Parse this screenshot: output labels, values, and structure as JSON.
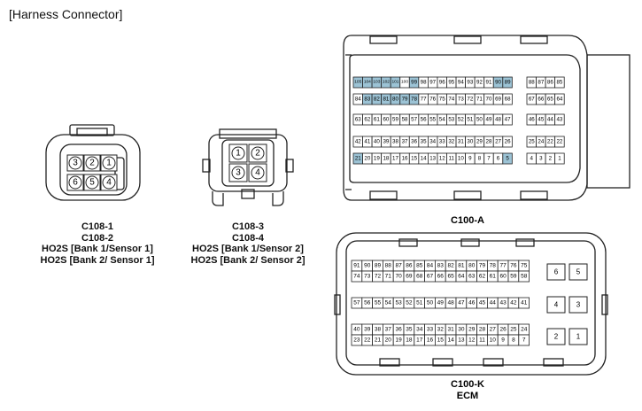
{
  "title": "[Harness Connector]",
  "c108_left": {
    "pins_top": [
      "3",
      "2",
      "1"
    ],
    "pins_bottom": [
      "6",
      "5",
      "4"
    ],
    "labels": [
      "C108-1",
      "C108-2",
      "HO2S [Bank 1/Sensor 1]",
      "HO2S [Bank 2/ Sensor 1]"
    ]
  },
  "c108_right": {
    "pins_top": [
      "1",
      "2"
    ],
    "pins_bottom": [
      "3",
      "4"
    ],
    "labels": [
      "C108-3",
      "C108-4",
      "HO2S [Bank 1/Sensor 2]",
      "HO2S [Bank 2/ Sensor 2]"
    ]
  },
  "c100a": {
    "label": "C100-A",
    "highlight_color": "#9cc3d5",
    "rows": [
      {
        "main": [
          "105",
          "104",
          "103",
          "102",
          "101",
          "100",
          "99",
          "98",
          "97",
          "96",
          "95",
          "94",
          "93",
          "92",
          "91",
          "90",
          "89"
        ],
        "side": [
          "88",
          "87",
          "86",
          "85"
        ],
        "highlight": [
          "105",
          "104",
          "103",
          "102",
          "101",
          "99",
          "90",
          "89"
        ]
      },
      {
        "main": [
          "84",
          "83",
          "82",
          "81",
          "80",
          "79",
          "78",
          "77",
          "76",
          "75",
          "74",
          "73",
          "72",
          "71",
          "70",
          "69",
          "68"
        ],
        "side": [
          "67",
          "66",
          "65",
          "64"
        ],
        "highlight": [
          "83",
          "82",
          "81",
          "80",
          "79",
          "78"
        ]
      },
      {
        "main": [
          "63",
          "62",
          "61",
          "60",
          "59",
          "58",
          "57",
          "56",
          "55",
          "54",
          "53",
          "52",
          "51",
          "50",
          "49",
          "48",
          "47"
        ],
        "side": [
          "46",
          "45",
          "44",
          "43"
        ],
        "highlight": []
      },
      {
        "main": [
          "42",
          "41",
          "40",
          "39",
          "38",
          "37",
          "36",
          "35",
          "34",
          "33",
          "32",
          "31",
          "30",
          "29",
          "28",
          "27",
          "26"
        ],
        "side": [
          "25",
          "24",
          "22",
          "22"
        ],
        "highlight": []
      },
      {
        "main": [
          "21",
          "20",
          "19",
          "18",
          "17",
          "16",
          "15",
          "14",
          "13",
          "12",
          "11",
          "10",
          "9",
          "8",
          "7",
          "6",
          "5"
        ],
        "side": [
          "4",
          "3",
          "2",
          "1"
        ],
        "highlight": [
          "21",
          "5"
        ]
      }
    ]
  },
  "c100k": {
    "label": "C100-K",
    "sublabel": "ECM",
    "rows": [
      [
        "91",
        "90",
        "89",
        "88",
        "87",
        "86",
        "85",
        "84",
        "83",
        "82",
        "81",
        "80",
        "79",
        "78",
        "77",
        "76",
        "75"
      ],
      [
        "74",
        "73",
        "72",
        "71",
        "70",
        "69",
        "68",
        "67",
        "66",
        "65",
        "64",
        "63",
        "62",
        "61",
        "60",
        "59",
        "58"
      ],
      [
        "57",
        "56",
        "55",
        "54",
        "53",
        "52",
        "51",
        "50",
        "49",
        "48",
        "47",
        "46",
        "45",
        "44",
        "43",
        "42",
        "41"
      ],
      [
        "40",
        "39",
        "38",
        "37",
        "36",
        "35",
        "34",
        "33",
        "32",
        "31",
        "30",
        "29",
        "28",
        "27",
        "26",
        "25",
        "24"
      ],
      [
        "23",
        "22",
        "21",
        "20",
        "19",
        "18",
        "17",
        "16",
        "15",
        "14",
        "13",
        "12",
        "11",
        "10",
        "9",
        "8",
        "7"
      ]
    ],
    "big_pins": [
      [
        "6",
        "5"
      ],
      [
        "4",
        "3"
      ],
      [
        "2",
        "1"
      ]
    ]
  }
}
